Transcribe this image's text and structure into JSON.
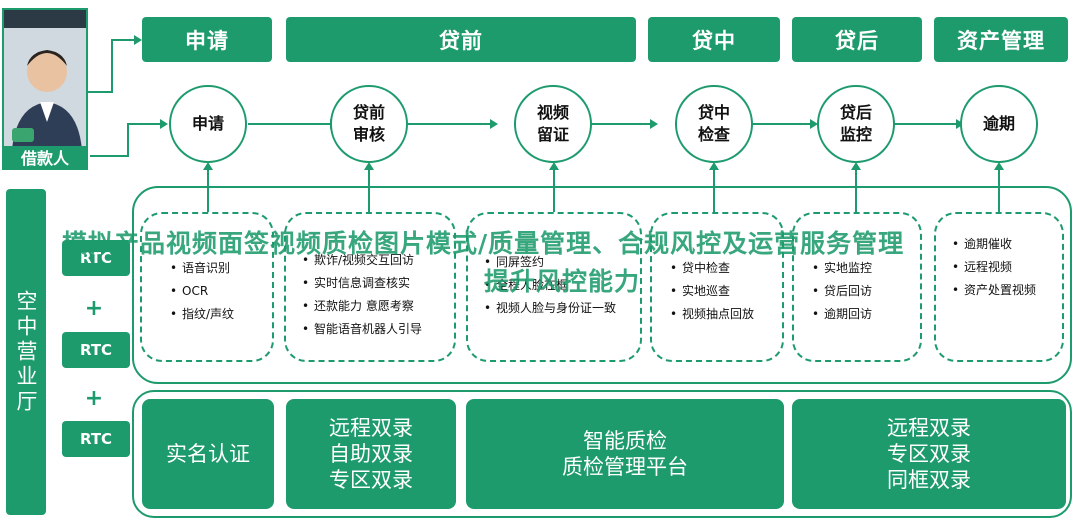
{
  "stages": [
    "申请",
    "贷前",
    "贷中",
    "贷后",
    "资产管理"
  ],
  "borrower": {
    "label": "借款人"
  },
  "circles": [
    {
      "line1": "申请",
      "line2": ""
    },
    {
      "line1": "贷前",
      "line2": "审核"
    },
    {
      "line1": "视频",
      "line2": "留证"
    },
    {
      "line1": "贷中",
      "line2": "检查"
    },
    {
      "line1": "贷后",
      "line2": "监控"
    },
    {
      "line1": "逾期",
      "line2": ""
    }
  ],
  "overlay": {
    "line1": "模拟产品视频面签视频质检图片模式/质量管理、合规风控及运营服务管理",
    "line2": "提升风控能力"
  },
  "columns": [
    {
      "items": [
        "语音识别",
        "OCR",
        "指纹/声纹"
      ]
    },
    {
      "items": [
        "欺诈/视频交互回访",
        "实时信息调查核实",
        "还款能力 意愿考察",
        "智能语音机器人引导"
      ]
    },
    {
      "items": [
        "同屏签约",
        "全程人脸在框",
        "视频人脸与身份证一致"
      ]
    },
    {
      "items": [
        "贷中检查",
        "实地巡查",
        "视频抽点回放"
      ]
    },
    {
      "items": [
        "实地监控",
        "贷后回访",
        "逾期回访"
      ]
    },
    {
      "items": [
        "逾期催收",
        "远程视频",
        "资产处置视频"
      ]
    }
  ],
  "sidebar": {
    "label": "空中营业厅"
  },
  "rtc": [
    {
      "label": "RTC"
    },
    {
      "label": "RTC"
    },
    {
      "label": "RTC"
    }
  ],
  "plus": [
    "+",
    "+"
  ],
  "bottom_boxes": [
    {
      "lines": [
        "实名认证"
      ]
    },
    {
      "lines": [
        "远程双录",
        "自助双录",
        "专区双录"
      ]
    },
    {
      "lines": [
        "智能质检",
        "质检管理平台"
      ]
    },
    {
      "lines": [
        "远程双录",
        "专区双录",
        "同框双录"
      ]
    }
  ],
  "colors": {
    "accent": "#1d9b6c"
  }
}
